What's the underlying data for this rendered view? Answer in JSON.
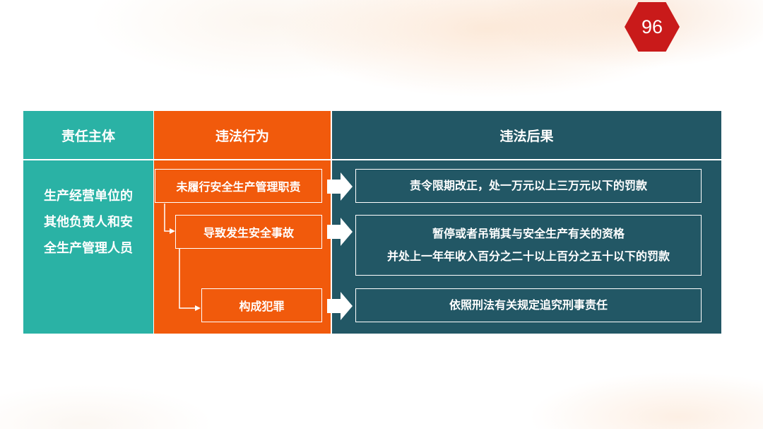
{
  "page_number": "96",
  "headers": {
    "subject": "责任主体",
    "behavior": "违法行为",
    "consequence": "违法后果"
  },
  "subject_lines": [
    "生产经营单位的",
    "其他负责人和安",
    "全生产管理人员"
  ],
  "behaviors": [
    "未履行安全生产管理职责",
    "导致发生安全事故",
    "构成犯罪"
  ],
  "consequences": [
    [
      "责令限期改正，处一万元以上三万元以下的罚款"
    ],
    [
      "暂停或者吊销其与安全生产有关的资格",
      "并处上一年年收入百分之二十以上百分之五十以下的罚款"
    ],
    [
      "依照刑法有关规定追究刑事责任"
    ]
  ],
  "colors": {
    "teal": "#2ab2a5",
    "orange": "#f15a0c",
    "navy": "#225765",
    "badge": "#c91a1a"
  }
}
